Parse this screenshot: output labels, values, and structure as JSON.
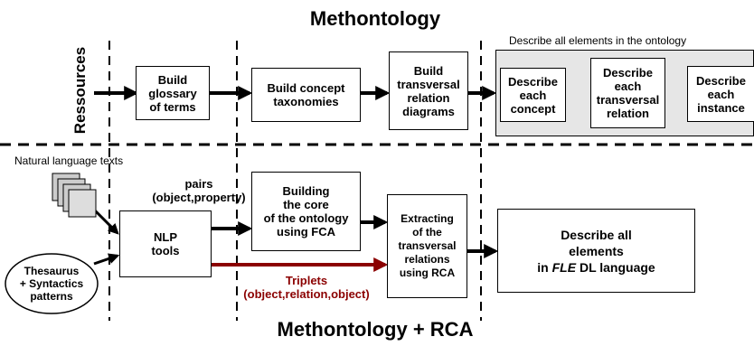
{
  "top_title": "Methontology",
  "bottom_title": "Methontology + RCA",
  "side_label": "Ressources",
  "describe_region_label": "Describe all elements in the ontology",
  "top_row": {
    "glossary": "Build\nglossary\nof terms",
    "taxonomies": "Build concept\ntaxonomies",
    "transversal": "Build\ntransversal\nrelation\ndiagrams",
    "describe_concept": "Describe\neach\nconcept",
    "describe_relation": "Describe\neach\ntransversal\nrelation",
    "describe_instance": "Describe\neach\ninstance"
  },
  "bottom_row": {
    "natural_language": "Natural language texts",
    "thesaurus": "Thesaurus\n+ Syntactics\npatterns",
    "nlp": "NLP\ntools",
    "pairs": "pairs\n(object,property)",
    "core_fca": "Building\nthe core\nof the ontology\nusing FCA",
    "triplets": "Triplets\n(object,relation,object)",
    "extract_rca": "Extracting\nof the\ntransversal\nrelations\nusing RCA",
    "describe_fle_1": "Describe all",
    "describe_fle_2": "elements",
    "describe_fle_3a": "in ",
    "describe_fle_3b": "FLE",
    "describe_fle_3c": " DL language"
  },
  "colors": {
    "triplet_arrow": "#8b0000",
    "describe_region_bg": "#e6e6e6"
  }
}
